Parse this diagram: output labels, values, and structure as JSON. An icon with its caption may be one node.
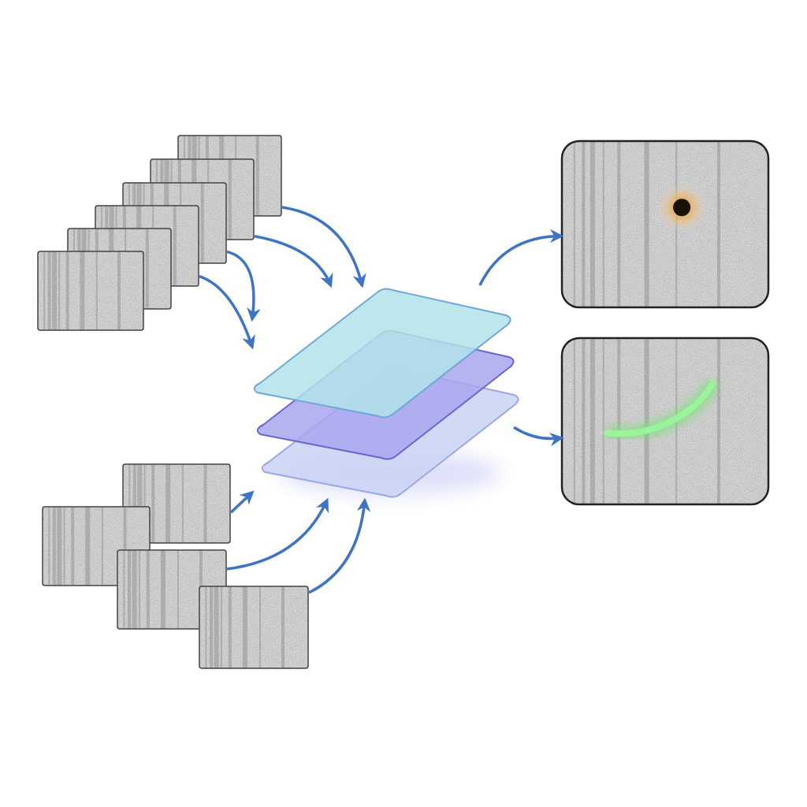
{
  "diagram": {
    "nodes": [
      {
        "text": [],
        "shape": "picture"
      },
      {
        "text": [],
        "shape": "picture"
      },
      {
        "text": [],
        "shape": "picture"
      },
      {
        "text": [],
        "shape": "picture"
      },
      {
        "text": [],
        "shape": "picture"
      },
      {
        "text": [],
        "shape": "picture"
      },
      {
        "text": [],
        "shape": "picture"
      },
      {
        "text": [],
        "shape": "picture"
      },
      {
        "text": [],
        "shape": "picture"
      },
      {
        "text": [],
        "shape": "picture"
      },
      {
        "text": [],
        "shape": "picture"
      },
      {
        "text": [],
        "shape": "picture"
      },
      {
        "text": [],
        "shape": "picture"
      }
    ],
    "edges": [
      {
        "from": 0,
        "to": 10,
        "arrow": "to"
      },
      {
        "from": 1,
        "to": 10,
        "arrow": "to"
      },
      {
        "from": 2,
        "to": 10,
        "arrow": "to"
      },
      {
        "from": 3,
        "to": 10,
        "arrow": "to"
      },
      {
        "from": 6,
        "to": 10,
        "arrow": "to"
      },
      {
        "from": 8,
        "to": 10,
        "arrow": "to"
      },
      {
        "from": 9,
        "to": 10,
        "arrow": "to"
      },
      {
        "from": 10,
        "to": 11,
        "arrow": "to"
      },
      {
        "from": 10,
        "to": 12,
        "arrow": "to"
      }
    ]
  }
}
